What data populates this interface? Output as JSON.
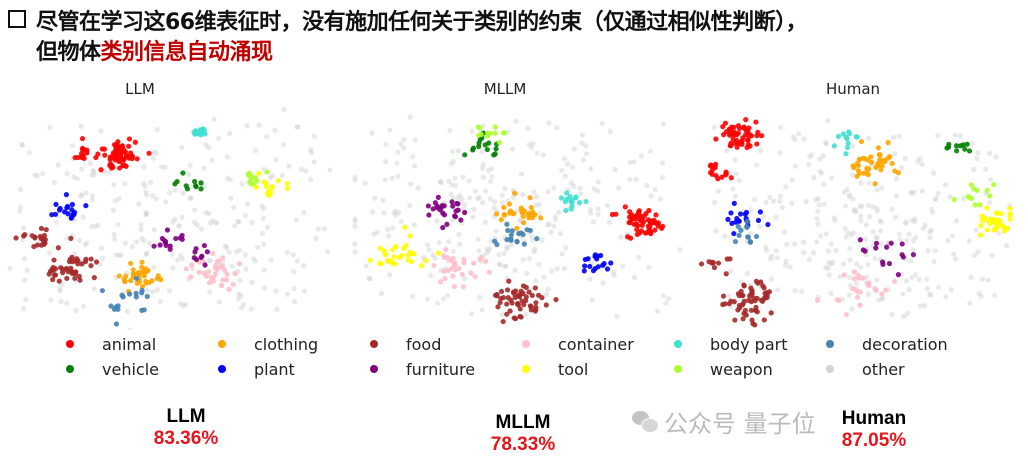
{
  "title": {
    "line1": "尽管在学习这66维表征时，没有施加任何关于类别的约束（仅通过相似性判断），",
    "line2_prefix": "但物体",
    "line2_highlight": "类别信息自动涌现"
  },
  "watermark": "公众号 量子位",
  "chart_data": {
    "type": "scatter",
    "legend": [
      {
        "name": "animal",
        "color": "#ff0000"
      },
      {
        "name": "clothing",
        "color": "#ffa500"
      },
      {
        "name": "food",
        "color": "#a52a2a"
      },
      {
        "name": "container",
        "color": "#ffc0cb"
      },
      {
        "name": "body part",
        "color": "#40e0d0"
      },
      {
        "name": "decoration",
        "color": "#4682b4"
      },
      {
        "name": "vehicle",
        "color": "#008000"
      },
      {
        "name": "plant",
        "color": "#0000ff"
      },
      {
        "name": "furniture",
        "color": "#800080"
      },
      {
        "name": "tool",
        "color": "#ffff00"
      },
      {
        "name": "weapon",
        "color": "#adff2f"
      },
      {
        "name": "other",
        "color": "#d3d3d3"
      }
    ],
    "legend_placement": "bottom",
    "panels": [
      {
        "title": "LLM",
        "model": "LLM",
        "accuracy": "83.36%",
        "clusters": [
          {
            "cat": "animal",
            "x": 34,
            "y": 22,
            "s": 3,
            "n": 70
          },
          {
            "cat": "animal",
            "x": 23,
            "y": 21,
            "s": 1.5,
            "n": 12
          },
          {
            "cat": "body part",
            "x": 59,
            "y": 12,
            "s": 1.5,
            "n": 15
          },
          {
            "cat": "clothing",
            "x": 41,
            "y": 76,
            "s": 3,
            "n": 35
          },
          {
            "cat": "food",
            "x": 19,
            "y": 72,
            "s": 4,
            "n": 45
          },
          {
            "cat": "food",
            "x": 8,
            "y": 59,
            "s": 2.5,
            "n": 20
          },
          {
            "cat": "plant",
            "x": 17,
            "y": 47,
            "s": 3,
            "n": 18
          },
          {
            "cat": "vehicle",
            "x": 56,
            "y": 36,
            "s": 3,
            "n": 10
          },
          {
            "cat": "weapon",
            "x": 76,
            "y": 33,
            "s": 2,
            "n": 10
          },
          {
            "cat": "tool",
            "x": 81,
            "y": 37,
            "s": 2.5,
            "n": 15
          },
          {
            "cat": "container",
            "x": 65,
            "y": 74,
            "s": 4,
            "n": 35
          },
          {
            "cat": "furniture",
            "x": 50,
            "y": 61,
            "s": 3,
            "n": 15
          },
          {
            "cat": "furniture",
            "x": 60,
            "y": 67,
            "s": 2,
            "n": 8
          },
          {
            "cat": "decoration",
            "x": 37,
            "y": 86,
            "s": 4,
            "n": 18
          },
          {
            "cat": "other",
            "x": 50,
            "y": 50,
            "s": 30,
            "n": 260
          }
        ]
      },
      {
        "title": "MLLM",
        "model": "MLLM",
        "accuracy": "78.33%",
        "clusters": [
          {
            "cat": "animal",
            "x": 88,
            "y": 52,
            "s": 3,
            "n": 60
          },
          {
            "cat": "plant",
            "x": 75,
            "y": 70,
            "s": 2.5,
            "n": 18
          },
          {
            "cat": "food",
            "x": 51,
            "y": 87,
            "s": 4,
            "n": 55
          },
          {
            "cat": "body part",
            "x": 66,
            "y": 43,
            "s": 2,
            "n": 15
          },
          {
            "cat": "clothing",
            "x": 51,
            "y": 48,
            "s": 3,
            "n": 30
          },
          {
            "cat": "furniture",
            "x": 28,
            "y": 46,
            "s": 3,
            "n": 25
          },
          {
            "cat": "tool",
            "x": 14,
            "y": 67,
            "s": 4,
            "n": 30
          },
          {
            "cat": "container",
            "x": 32,
            "y": 72,
            "s": 4,
            "n": 30
          },
          {
            "cat": "vehicle",
            "x": 40,
            "y": 19,
            "s": 3,
            "n": 15
          },
          {
            "cat": "weapon",
            "x": 42,
            "y": 13,
            "s": 2.5,
            "n": 12
          },
          {
            "cat": "decoration",
            "x": 48,
            "y": 59,
            "s": 3,
            "n": 18
          },
          {
            "cat": "other",
            "x": 45,
            "y": 45,
            "s": 28,
            "n": 280
          }
        ]
      },
      {
        "title": "Human",
        "model": "Human",
        "accuracy": "87.05%",
        "clusters": [
          {
            "cat": "animal",
            "x": 13,
            "y": 13,
            "s": 3,
            "n": 55
          },
          {
            "cat": "animal",
            "x": 5,
            "y": 30,
            "s": 2,
            "n": 15
          },
          {
            "cat": "body part",
            "x": 48,
            "y": 15,
            "s": 2,
            "n": 12
          },
          {
            "cat": "clothing",
            "x": 56,
            "y": 26,
            "s": 4,
            "n": 40
          },
          {
            "cat": "vehicle",
            "x": 84,
            "y": 20,
            "s": 2,
            "n": 10
          },
          {
            "cat": "plant",
            "x": 15,
            "y": 50,
            "s": 3,
            "n": 20
          },
          {
            "cat": "food",
            "x": 16,
            "y": 87,
            "s": 4,
            "n": 60
          },
          {
            "cat": "food",
            "x": 6,
            "y": 70,
            "s": 2,
            "n": 10
          },
          {
            "cat": "tool",
            "x": 95,
            "y": 52,
            "s": 3,
            "n": 35
          },
          {
            "cat": "weapon",
            "x": 90,
            "y": 40,
            "s": 2.5,
            "n": 12
          },
          {
            "cat": "container",
            "x": 52,
            "y": 82,
            "s": 5,
            "n": 25
          },
          {
            "cat": "furniture",
            "x": 60,
            "y": 65,
            "s": 5,
            "n": 15
          },
          {
            "cat": "decoration",
            "x": 14,
            "y": 58,
            "s": 3,
            "n": 12
          },
          {
            "cat": "other",
            "x": 55,
            "y": 55,
            "s": 26,
            "n": 280
          }
        ]
      }
    ]
  }
}
